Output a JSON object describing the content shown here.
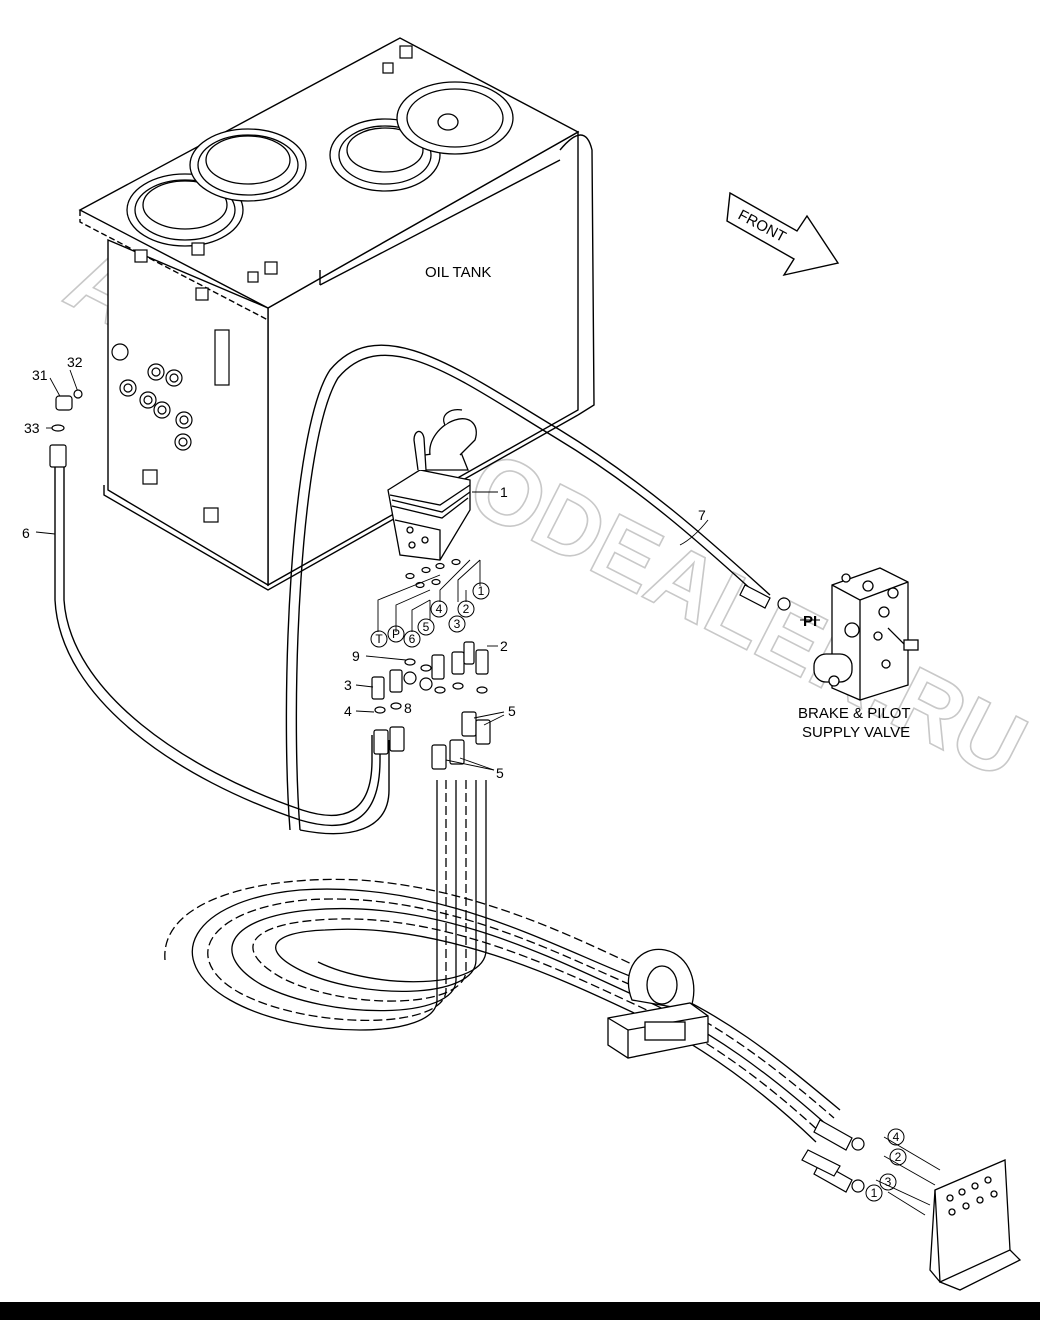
{
  "labels": {
    "oil_tank": "OIL TANK",
    "front": "FRONT",
    "valve_line1": "BRAKE & PILOT",
    "valve_line2": "SUPPLY VALVE",
    "port_pi": "PI"
  },
  "watermark": "ACAT.AUTODEALER.RU",
  "callouts": {
    "c1": "1",
    "c2": "2",
    "c3": "3",
    "c4": "4",
    "c5a": "5",
    "c5b": "5",
    "c6": "6",
    "c7": "7",
    "c8": "8",
    "c9": "9",
    "c31": "31",
    "c32": "32",
    "c33": "33"
  },
  "ports_top": [
    "T",
    "P",
    "6",
    "5",
    "4",
    "3",
    "2",
    "1"
  ],
  "ports_bottom": [
    "4",
    "2",
    "3",
    "1"
  ]
}
